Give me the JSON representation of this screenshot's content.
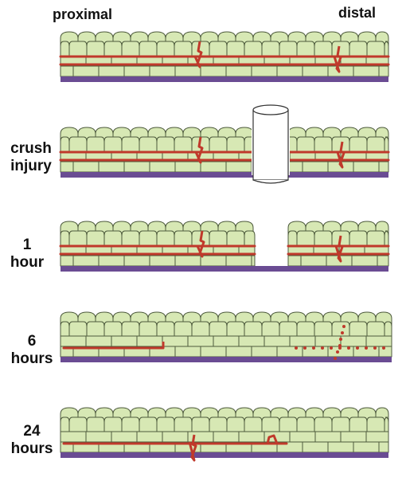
{
  "header": {
    "proximal": "proximal",
    "distal": "distal"
  },
  "panels": [
    {
      "label_line1": "",
      "label_line2": ""
    },
    {
      "label_line1": "crush",
      "label_line2": "injury"
    },
    {
      "label_line1": "1",
      "label_line2": "hour"
    },
    {
      "label_line1": "6",
      "label_line2": "hours"
    },
    {
      "label_line1": "24",
      "label_line2": "hours"
    }
  ],
  "colors": {
    "cell_fill": "#d7e8b4",
    "cell_stroke": "#4d5a3c",
    "axon": "#c0392b",
    "basal_lamina": "#6a4c93",
    "crush_cylinder": "#ffffff"
  }
}
